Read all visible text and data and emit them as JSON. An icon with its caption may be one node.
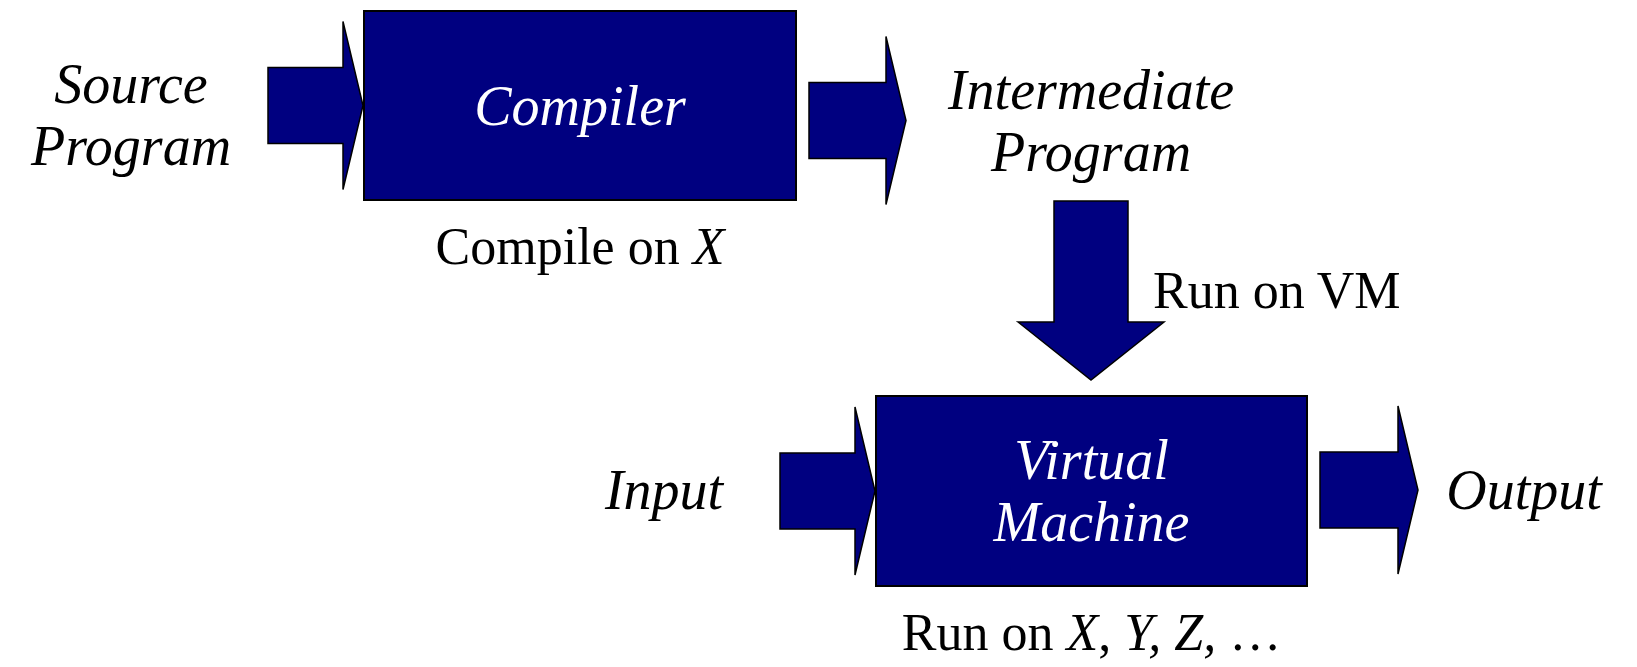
{
  "diagram": {
    "nodes": [
      {
        "text": [
          "Source Program"
        ]
      },
      {
        "text": [
          "Compiler"
        ],
        "beside": [
          "Compile on *X*"
        ]
      },
      {
        "text": [
          "Intermediate Program"
        ]
      },
      {
        "text": [
          "Input"
        ]
      },
      {
        "text": [
          "Virtual Machine"
        ],
        "beside": [
          "Run on *X*, *Y, Z,* …"
        ]
      },
      {
        "text": [
          "Output"
        ]
      }
    ],
    "edges": [
      {
        "from": 0,
        "to": 1,
        "arrow": "to"
      },
      {
        "from": 1,
        "to": 2,
        "arrow": "to"
      },
      {
        "from": 2,
        "to": 4,
        "arrow": "to",
        "label": "Run on VM"
      },
      {
        "from": 3,
        "to": 4,
        "arrow": "to"
      },
      {
        "from": 4,
        "to": 5,
        "arrow": "to"
      }
    ]
  }
}
